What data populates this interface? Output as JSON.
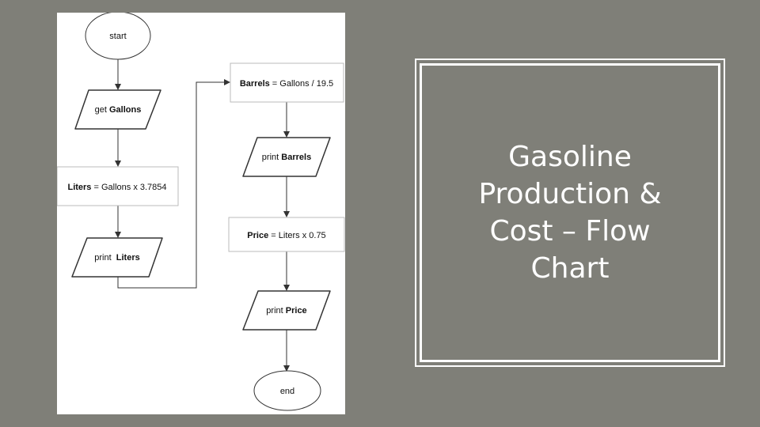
{
  "slide": {
    "title": "Gasoline Production & Cost – Flow Chart"
  },
  "flowchart": {
    "start": "start",
    "input_gallons": {
      "prefix": "get ",
      "var": "Gallons"
    },
    "calc_liters": {
      "var": "Liters",
      "expr": " = Gallons x 3.7854"
    },
    "print_liters": {
      "prefix": "print  ",
      "var": "Liters"
    },
    "calc_barrels": {
      "var": "Barrels",
      "expr": " = Gallons / 19.5"
    },
    "print_barrels": {
      "prefix": "print ",
      "var": "Barrels"
    },
    "calc_price": {
      "var": "Price",
      "expr": " = Liters x 0.75"
    },
    "print_price": {
      "prefix": "print ",
      "var": "Price"
    },
    "end": "end"
  },
  "colors": {
    "background": "#7f7f78",
    "panel": "#ffffff",
    "stroke": "#333333",
    "title_text": "#ffffff"
  }
}
